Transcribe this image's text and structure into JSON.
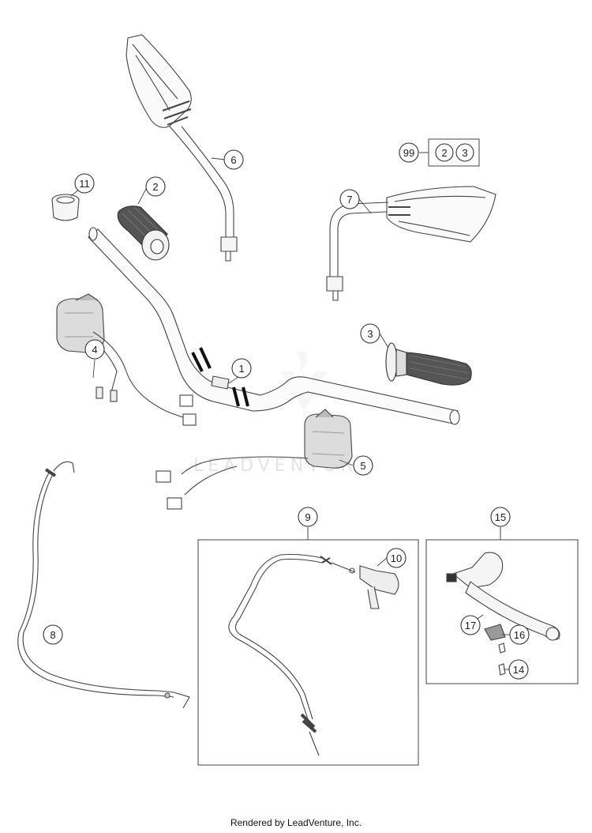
{
  "callouts": {
    "c1": "1",
    "c2": "2",
    "c3": "3",
    "c4": "4",
    "c5": "5",
    "c6": "6",
    "c7": "7",
    "c8": "8",
    "c9": "9",
    "c10": "10",
    "c11": "11",
    "c14": "14",
    "c15": "15",
    "c16": "16",
    "c17": "17",
    "c99": "99",
    "kit_a": "2",
    "kit_b": "3"
  },
  "watermark": "LEADVENTURE",
  "footer": "Rendered by LeadVenture, Inc."
}
